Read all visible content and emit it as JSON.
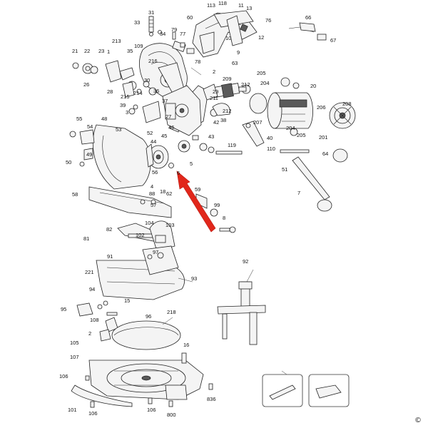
{
  "diagram": {
    "callouts": [
      "31",
      "33",
      "34",
      "79",
      "77",
      "60",
      "113",
      "118",
      "11",
      "13",
      "66",
      "67",
      "213",
      "109",
      "21",
      "22",
      "23",
      "1",
      "35",
      "78",
      "10",
      "12",
      "76",
      "9",
      "63",
      "2",
      "26",
      "28",
      "215",
      "214",
      "216",
      "30",
      "36",
      "29",
      "209",
      "212",
      "205",
      "204",
      "20",
      "206",
      "208",
      "3",
      "39",
      "37",
      "27",
      "211",
      "212b",
      "38",
      "46",
      "207",
      "40",
      "204b",
      "205b",
      "201",
      "55",
      "48",
      "54",
      "49",
      "50",
      "53",
      "52",
      "44",
      "45",
      "43",
      "42",
      "119",
      "110",
      "64",
      "51",
      "56",
      "6",
      "5",
      "4",
      "88",
      "18",
      "58",
      "57",
      "62",
      "59",
      "7",
      "99",
      "8",
      "81",
      "82",
      "104",
      "103",
      "102",
      "97",
      "91",
      "221",
      "93",
      "92",
      "94",
      "95",
      "15",
      "108",
      "96",
      "218",
      "2b",
      "105",
      "16",
      "107",
      "106",
      "101",
      "106b",
      "106c",
      "800",
      "836"
    ],
    "copyright": "©"
  }
}
